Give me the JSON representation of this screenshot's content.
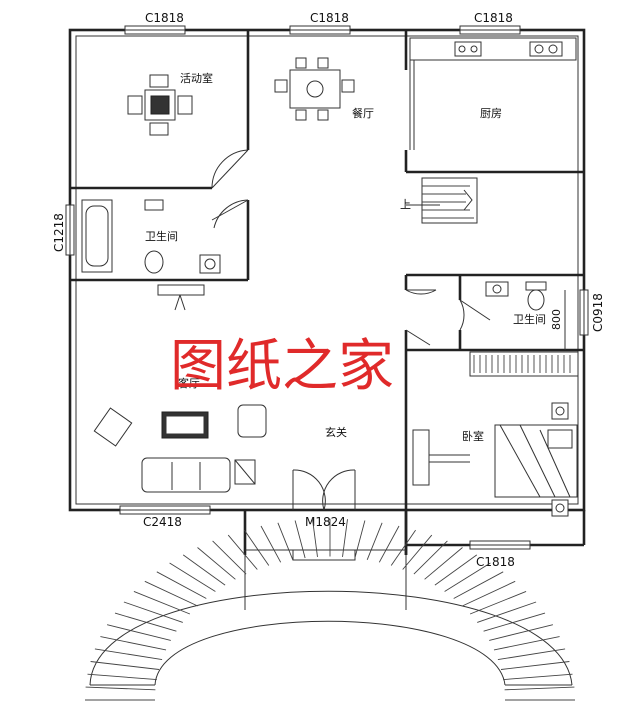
{
  "rooms": {
    "activity": "活动室",
    "dining": "餐厅",
    "kitchen": "厨房",
    "bath_left": "卫生间",
    "bath_right": "卫生间",
    "living": "客厅",
    "foyer": "玄关",
    "bedroom": "卧室"
  },
  "windows": {
    "top_left": "C1818",
    "top_mid": "C1818",
    "top_right": "C1818",
    "left_side": "C1218",
    "right_side": "C0918",
    "bottom_left": "C2418",
    "bottom_right": "C1818"
  },
  "door_code": "M1824",
  "stair_up": "上",
  "dim_800": "800",
  "watermark": "图纸之家"
}
